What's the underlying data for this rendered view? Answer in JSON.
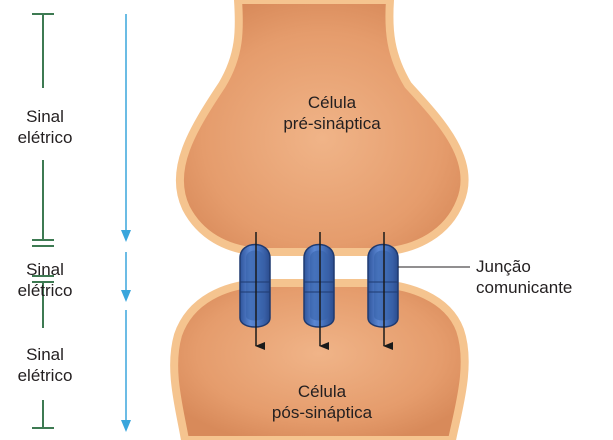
{
  "labels": {
    "pre_cell": [
      "Célula",
      "pré-sináptica"
    ],
    "post_cell": [
      "Célula",
      "pós-sináptica"
    ],
    "signal_top": [
      "Sinal",
      "elétrico"
    ],
    "signal_mid": [
      "Sinal",
      "elétrico"
    ],
    "signal_bottom": [
      "Sinal",
      "elétrico"
    ],
    "junction": [
      "Junção",
      "comunicante"
    ]
  },
  "colors": {
    "cell_fill": "#e9a274",
    "cell_outline": "#f5c48f",
    "channel_fill": "#4f78c4",
    "channel_dark": "#2c4f93",
    "bracket": "#3d7a52",
    "flow_arrow": "#3aa6dc",
    "current_arrow": "#1a1a1a"
  }
}
